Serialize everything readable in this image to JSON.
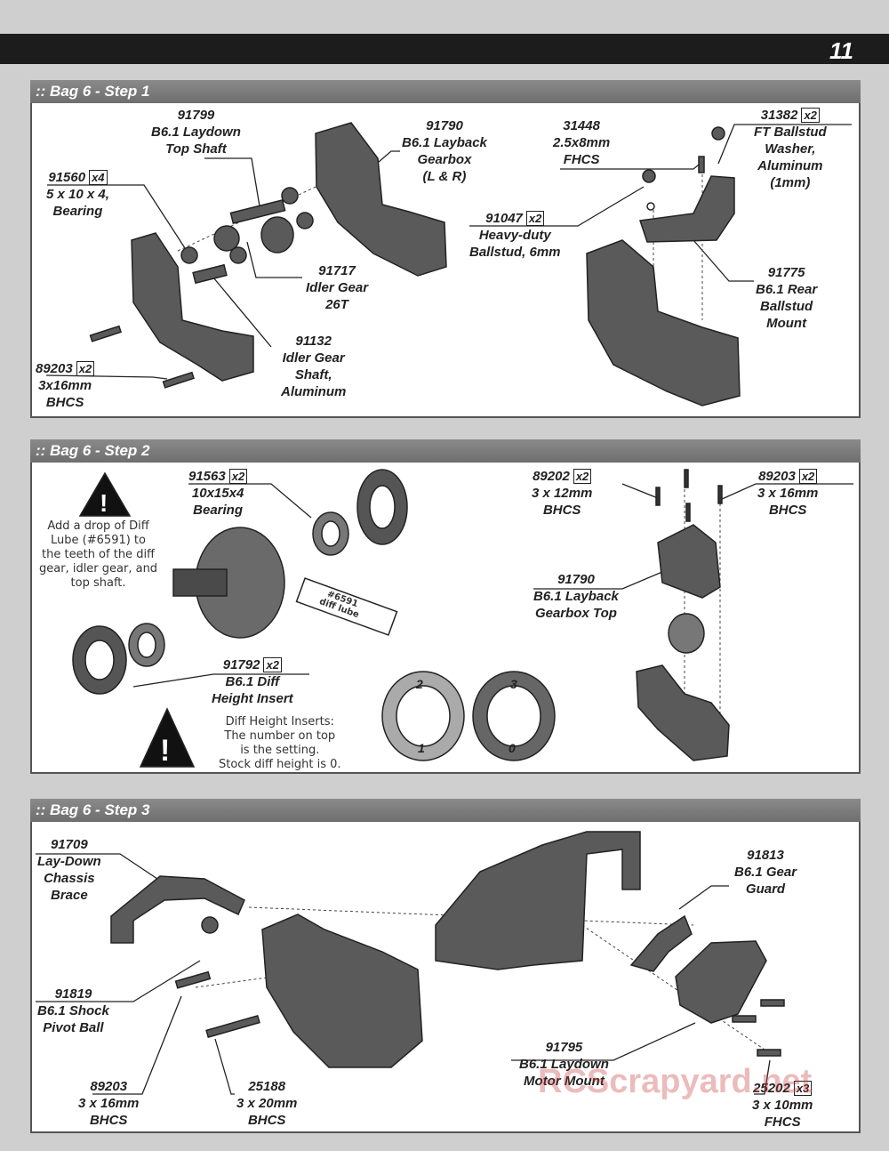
{
  "page": {
    "number": "11"
  },
  "steps": [
    {
      "title": ":: Bag 6 - Step 1"
    },
    {
      "title": ":: Bag 6 - Step 2"
    },
    {
      "title": ":: Bag 6 - Step 3"
    }
  ],
  "step1": {
    "p91799": {
      "pn": "91799",
      "name1": "B6.1 Laydown",
      "name2": "Top Shaft"
    },
    "p91790": {
      "pn": "91790",
      "name1": "B6.1 Layback",
      "name2": "Gearbox",
      "name3": "(L & R)"
    },
    "p91560": {
      "pn": "91560",
      "qty": "x4",
      "name1": "5 x 10 x 4,",
      "name2": "Bearing"
    },
    "p91717": {
      "pn": "91717",
      "name1": "Idler Gear",
      "name2": "26T"
    },
    "p91132": {
      "pn": "91132",
      "name1": "Idler Gear",
      "name2": "Shaft,",
      "name3": "Aluminum"
    },
    "p89203": {
      "pn": "89203",
      "qty": "x2",
      "name1": "3x16mm",
      "name2": "BHCS"
    },
    "p31448": {
      "pn": "31448",
      "name1": "2.5x8mm",
      "name2": "FHCS"
    },
    "p31382": {
      "pn": "31382",
      "qty": "x2",
      "name1": "FT Ballstud",
      "name2": "Washer,",
      "name3": "Aluminum",
      "name4": "(1mm)"
    },
    "p91047": {
      "pn": "91047",
      "qty": "x2",
      "name1": "Heavy-duty",
      "name2": "Ballstud, 6mm"
    },
    "p91775": {
      "pn": "91775",
      "name1": "B6.1 Rear",
      "name2": "Ballstud",
      "name3": "Mount"
    }
  },
  "step2": {
    "note1": [
      "Add a drop of  Diff",
      "Lube (#6591) to",
      "the teeth of the diff",
      "gear, idler gear, and",
      "top shaft."
    ],
    "lube_label": "#6591",
    "lube_sub": "diff lube",
    "p91563": {
      "pn": "91563",
      "qty": "x2",
      "name1": "10x15x4",
      "name2": "Bearing"
    },
    "p91792": {
      "pn": "91792",
      "qty": "x2",
      "name1": "B6.1 Diff",
      "name2": "Height Insert"
    },
    "note2": [
      "Diff Height Inserts:",
      "The number on top",
      "is the setting.",
      "Stock diff height is 0."
    ],
    "insert_a": {
      "top": "2",
      "bottom": "1"
    },
    "insert_b": {
      "top": "3",
      "bottom": "0"
    },
    "p89202": {
      "pn": "89202",
      "qty": "x2",
      "name1": "3 x 12mm",
      "name2": "BHCS"
    },
    "p89203": {
      "pn": "89203",
      "qty": "x2",
      "name1": "3 x 16mm",
      "name2": "BHCS"
    },
    "p91790": {
      "pn": "91790",
      "name1": "B6.1 Layback",
      "name2": "Gearbox Top"
    }
  },
  "step3": {
    "p91709": {
      "pn": "91709",
      "name1": "Lay-Down",
      "name2": "Chassis",
      "name3": "Brace"
    },
    "p91819": {
      "pn": "91819",
      "name1": "B6.1 Shock",
      "name2": "Pivot Ball"
    },
    "p89203": {
      "pn": "89203",
      "name1": "3 x 16mm",
      "name2": "BHCS"
    },
    "p25188": {
      "pn": "25188",
      "name1": "3 x 20mm",
      "name2": "BHCS"
    },
    "p91813": {
      "pn": "91813",
      "name1": "B6.1 Gear",
      "name2": "Guard"
    },
    "p91795": {
      "pn": "91795",
      "name1": "B6.1 Laydown",
      "name2": "Motor Mount"
    },
    "p25202": {
      "pn": "25202",
      "qty": "x3",
      "name1": "3 x 10mm",
      "name2": "FHCS"
    }
  },
  "watermark": "RCScrapyard.net",
  "colors": {
    "part": "#555555",
    "part_dark": "#333333",
    "header": "#777777",
    "bar": "#1c1c1c"
  }
}
